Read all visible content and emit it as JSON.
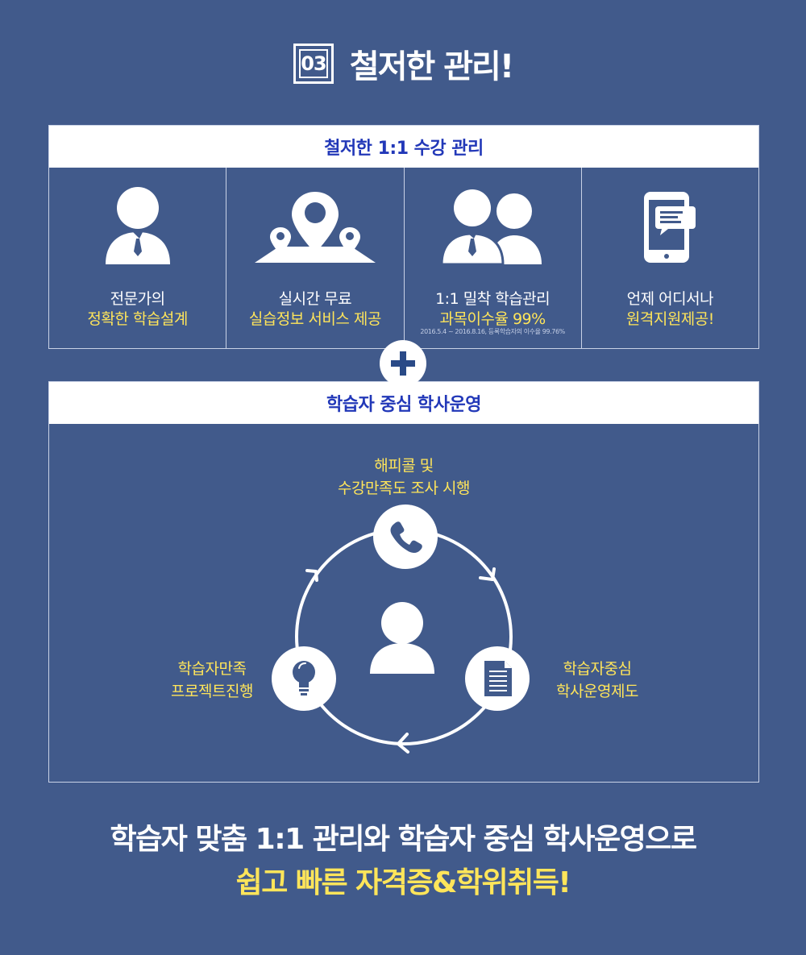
{
  "header": {
    "number": "03",
    "title": "철저한 관리!"
  },
  "panel1": {
    "title": "철저한 1:1 수강 관리",
    "cells": [
      {
        "icon": "expert-person-icon",
        "line1": "전문가의",
        "line2": "정확한 학습설계"
      },
      {
        "icon": "map-pin-icon",
        "line1": "실시간 무료",
        "line2": "실습정보 서비스 제공"
      },
      {
        "icon": "two-people-icon",
        "line1": "1:1 밀착 학습관리",
        "line2": "과목이수율 99%",
        "note": "2016.5.4 ~ 2016.8.16, 등록학습자의 이수율 99.76%"
      },
      {
        "icon": "mobile-chat-icon",
        "line1": "언제 어디서나",
        "line2": "원격지원제공!"
      }
    ]
  },
  "plus_icon": "plus-icon",
  "panel2": {
    "title": "학습자 중심 학사운영",
    "cycle": {
      "top": {
        "icon": "phone-icon",
        "line1": "해피콜 및",
        "line2": "수강만족도 조사 시행"
      },
      "right": {
        "icon": "document-icon",
        "line1": "학습자중심",
        "line2": "학사운영제도"
      },
      "left": {
        "icon": "lightbulb-icon",
        "line1": "학습자만족",
        "line2": "프로젝트진행"
      },
      "center": {
        "icon": "person-icon"
      }
    }
  },
  "bottom": {
    "line1": "학습자 맞춤 1:1 관리와 학습자 중심 학사운영으로",
    "line2": "쉽고 빠른 자격증&학위취득!"
  },
  "colors": {
    "background": "#415a8b",
    "accent_yellow": "#ffe55a",
    "heading_blue": "#2238b8",
    "white": "#ffffff"
  }
}
